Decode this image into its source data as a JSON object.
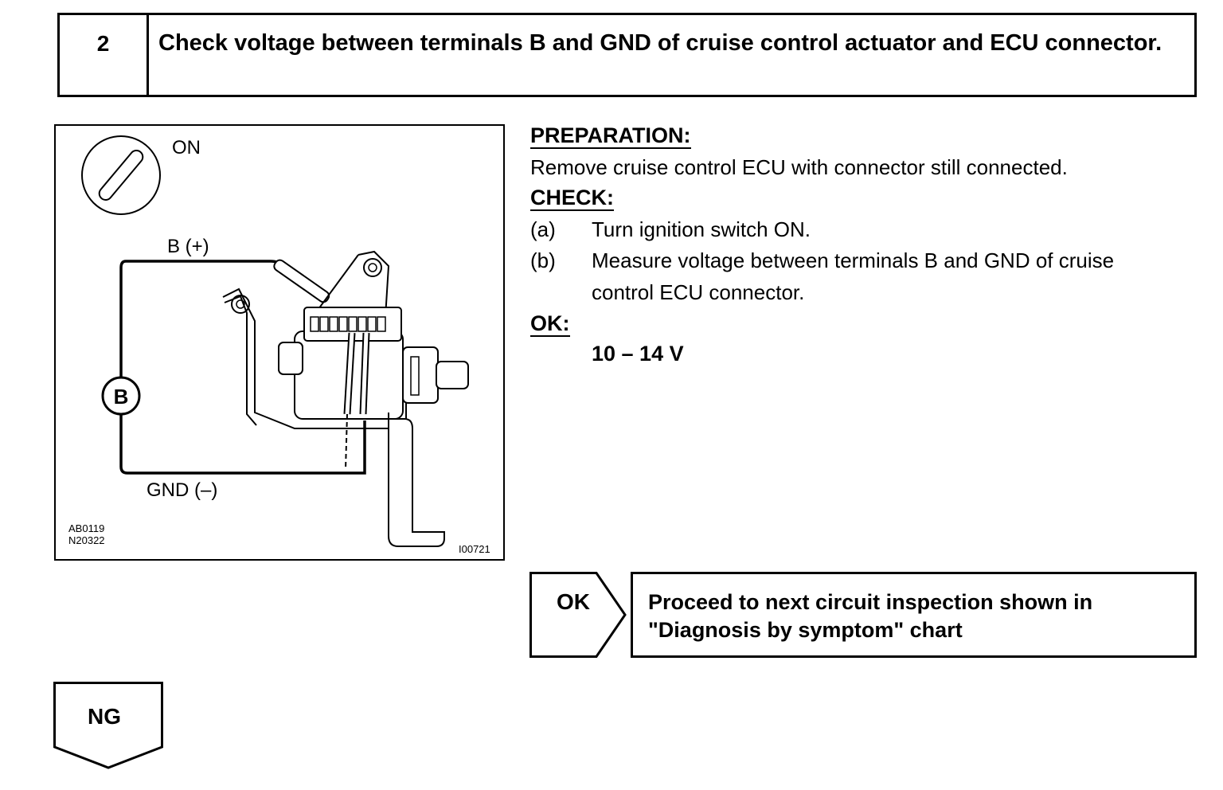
{
  "step": {
    "number": "2",
    "title": "Check voltage between terminals B and GND of cruise control actuator and ECU connector."
  },
  "illustration": {
    "ignition_label": "ON",
    "b_plus_label": "B (+)",
    "gnd_label": "GND (–)",
    "meter_label": "B",
    "code_line1": "AB0119",
    "code_line2": "N20322",
    "code_right": "I00721"
  },
  "instructions": {
    "preparation_heading": "PREPARATION:",
    "preparation_text": "Remove cruise control ECU with connector still connected.",
    "check_heading": "CHECK:",
    "steps": [
      {
        "letter": "(a)",
        "text": "Turn ignition switch ON."
      },
      {
        "letter": "(b)",
        "text": "Measure voltage between terminals B and GND of cruise",
        "text2": "control ECU connector."
      }
    ],
    "ok_heading": "OK:",
    "ok_value": "10 – 14 V"
  },
  "results": {
    "ok_label": "OK",
    "ok_text_line1": "Proceed to  next circuit inspection shown in",
    "ok_text_line2": "\"Diagnosis by  symptom\" chart",
    "ng_label": "NG"
  }
}
